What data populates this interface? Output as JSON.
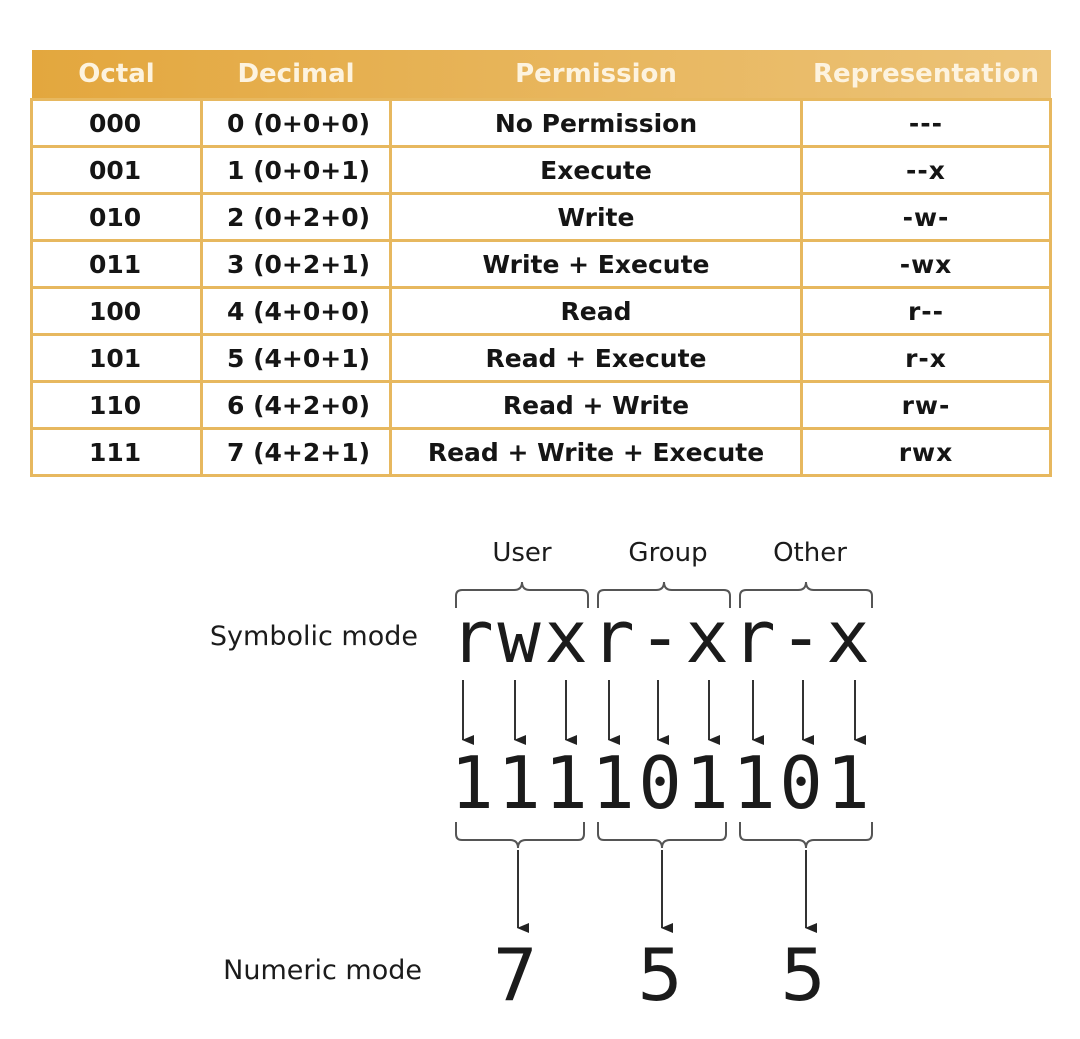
{
  "table": {
    "headers": {
      "octal": "Octal",
      "decimal": "Decimal",
      "permission": "Permission",
      "representation": "Representation"
    },
    "rows": [
      {
        "octal": "000",
        "decimal": "0 (0+0+0)",
        "permission": "No Permission",
        "representation": "---"
      },
      {
        "octal": "001",
        "decimal": "1 (0+0+1)",
        "permission": "Execute",
        "representation": "--x"
      },
      {
        "octal": "010",
        "decimal": "2 (0+2+0)",
        "permission": "Write",
        "representation": "-w-"
      },
      {
        "octal": "011",
        "decimal": "3 (0+2+1)",
        "permission": "Write + Execute",
        "representation": "-wx"
      },
      {
        "octal": "100",
        "decimal": "4 (4+0+0)",
        "permission": "Read",
        "representation": "r--"
      },
      {
        "octal": "101",
        "decimal": "5 (4+0+1)",
        "permission": "Read + Execute",
        "representation": "r-x"
      },
      {
        "octal": "110",
        "decimal": "6 (4+2+0)",
        "permission": "Read + Write",
        "representation": "rw-"
      },
      {
        "octal": "111",
        "decimal": "7 (4+2+1)",
        "permission": "Read + Write + Execute",
        "representation": "rwx"
      }
    ],
    "colors": {
      "header_bg_left": "#e3a73e",
      "header_bg_right": "#ecc378",
      "header_text": "#fdf3df",
      "border": "#e7b85f"
    }
  },
  "diagram": {
    "group_labels": [
      "User",
      "Group",
      "Other"
    ],
    "symbolic_label": "Symbolic mode",
    "symbolic_chars": [
      "r",
      "w",
      "x",
      "r",
      "-",
      "x",
      "r",
      "-",
      "x"
    ],
    "binary_digits": [
      "1",
      "1",
      "1",
      "1",
      "0",
      "1",
      "1",
      "0",
      "1"
    ],
    "numeric_label": "Numeric mode",
    "numeric_digits": [
      "7",
      "5",
      "5"
    ]
  }
}
